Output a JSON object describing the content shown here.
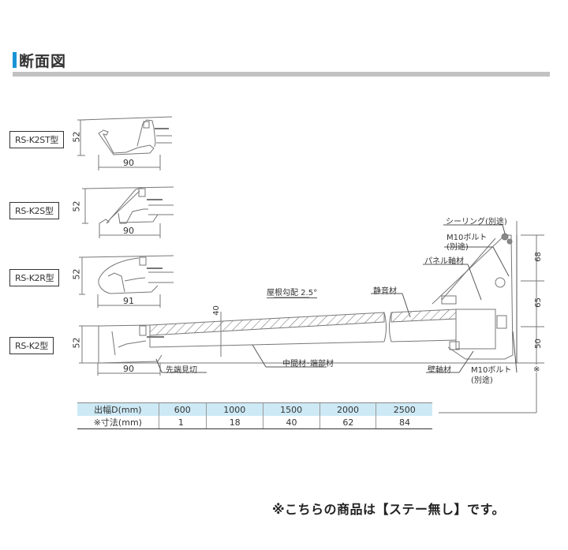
{
  "header": {
    "title": "断面図",
    "accent_color": "#1a93d6",
    "rule_color": "#c2c2c2"
  },
  "models": [
    {
      "name": "RS-K2ST型",
      "height_dim": "52",
      "width_dim": "90"
    },
    {
      "name": "RS-K2S型",
      "height_dim": "52",
      "width_dim": "90"
    },
    {
      "name": "RS-K2R型",
      "height_dim": "52",
      "width_dim": "91"
    },
    {
      "name": "RS-K2型",
      "height_dim": "52",
      "width_dim": "90"
    }
  ],
  "annotations": {
    "roof_pitch": "屋根勾配 2.5°",
    "thickness": "40",
    "silencer": "静音材",
    "sealing": "シーリング(別途)",
    "bolt_top_1": "M10ボルト",
    "bolt_top_2": "(別途)",
    "panel_frame": "パネル軸材",
    "tip_cover": "先端見切",
    "middle_end": "中間材･端部材",
    "wall_frame": "壁軸材",
    "bolt_bottom_1": "M10ボルト",
    "bolt_bottom_2": "(別途)",
    "dim_68": "68",
    "dim_65": "65",
    "dim_50": "50",
    "dim_note": "※"
  },
  "spec_table": {
    "header_label": "出幅D(mm)",
    "row_label": "※寸法(mm)",
    "columns": [
      "600",
      "1000",
      "1500",
      "2000",
      "2500"
    ],
    "values": [
      "1",
      "18",
      "40",
      "62",
      "84"
    ],
    "header_bg": "#cde9f5"
  },
  "footer": {
    "note": "※こちらの商品は【ステー無し】です。"
  }
}
